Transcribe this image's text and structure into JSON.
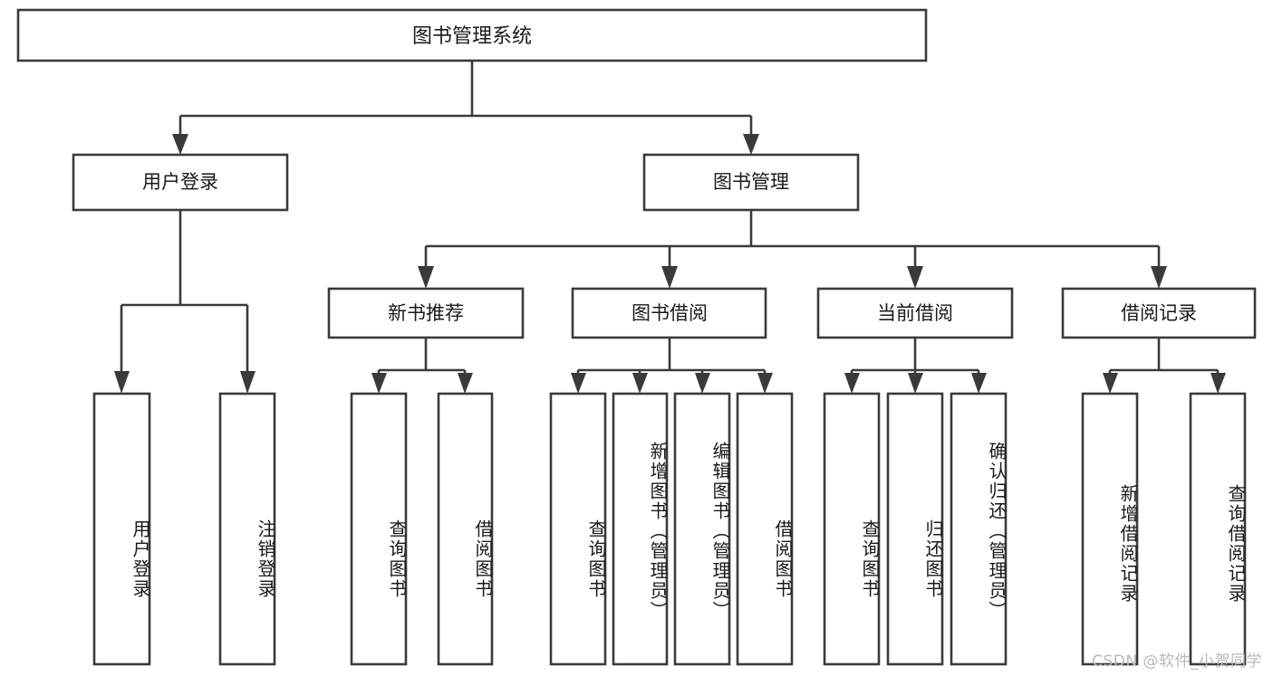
{
  "diagram": {
    "type": "tree-hierarchy",
    "title": "图书管理系统",
    "root": {
      "label": "图书管理系统",
      "children": [
        {
          "label": "用户登录",
          "children": [
            {
              "label": "用户登录"
            },
            {
              "label": "注销登录"
            }
          ]
        },
        {
          "label": "图书管理",
          "children": [
            {
              "label": "新书推荐",
              "children": [
                {
                  "label": "查询图书"
                },
                {
                  "label": "借阅图书"
                }
              ]
            },
            {
              "label": "图书借阅",
              "children": [
                {
                  "label": "查询图书"
                },
                {
                  "label": "新增图书（管理员）"
                },
                {
                  "label": "编辑图书（管理员）"
                },
                {
                  "label": "借阅图书"
                }
              ]
            },
            {
              "label": "当前借阅",
              "children": [
                {
                  "label": "查询图书"
                },
                {
                  "label": "归还图书"
                },
                {
                  "label": "确认归还（管理员）"
                }
              ]
            },
            {
              "label": "借阅记录",
              "children": [
                {
                  "label": "新增借阅记录"
                },
                {
                  "label": "查询借阅记录"
                }
              ]
            }
          ]
        }
      ]
    }
  },
  "nodes": {
    "root": "图书管理系统",
    "l2_user_login": "用户登录",
    "l2_book_mgmt": "图书管理",
    "l3_new_book_rec": "新书推荐",
    "l3_book_borrow": "图书借阅",
    "l3_current_borrow": "当前借阅",
    "l3_borrow_record": "借阅记录",
    "leaf_user_login": "用户登录",
    "leaf_logout": "注销登录",
    "leaf_rec_query": "查询图书",
    "leaf_rec_borrow": "借阅图书",
    "leaf_borrow_query": "查询图书",
    "leaf_borrow_add": "新增图书（管理员）",
    "leaf_borrow_edit": "编辑图书（管理员）",
    "leaf_borrow_borrow": "借阅图书",
    "leaf_cur_query": "查询图书",
    "leaf_cur_return": "归还图书",
    "leaf_cur_confirm": "确认归还（管理员）",
    "leaf_rec_add": "新增借阅记录",
    "leaf_rec_query2": "查询借阅记录"
  },
  "watermark": {
    "text": "CSDN @软件_小贺同学"
  },
  "colors": {
    "stroke": "#3a3a3a",
    "node_fill": "#ffffff",
    "text": "#1a1a1a",
    "background": "#ffffff",
    "watermark": "#b9b9b9"
  }
}
